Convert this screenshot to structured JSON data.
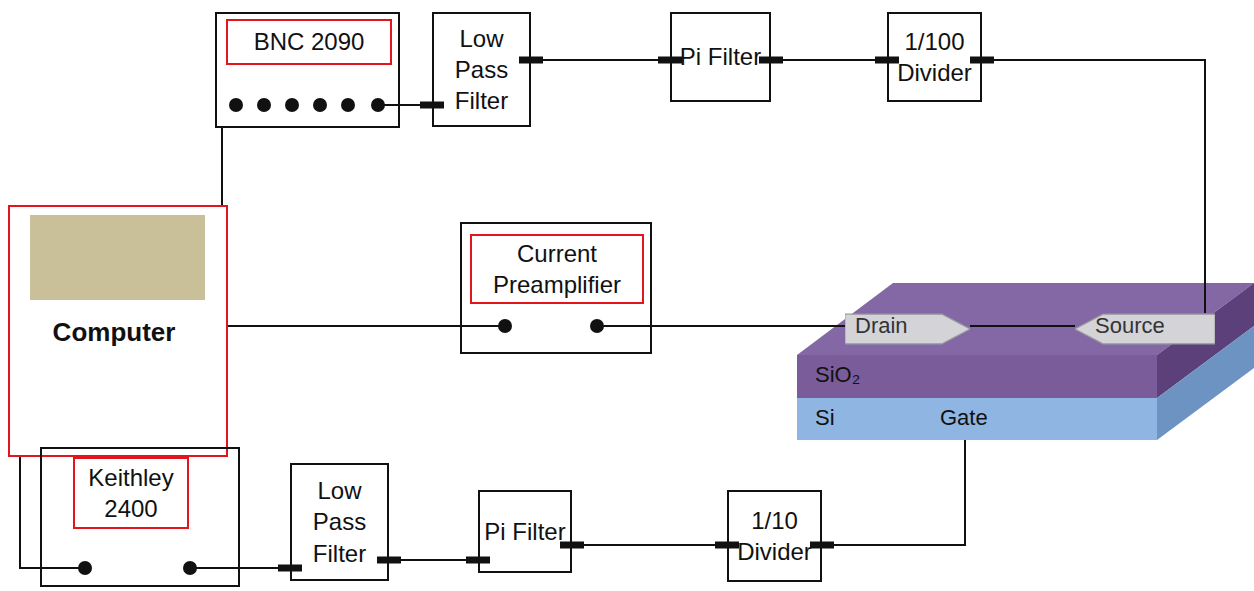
{
  "diagram": {
    "nodes": [
      {
        "text": [
          "BNC 2090"
        ]
      },
      {
        "text": [
          "Low Pass Filter"
        ]
      },
      {
        "text": [
          "Pi Filter"
        ]
      },
      {
        "text": [
          "1/100 Divider"
        ]
      },
      {
        "text": [
          "Computer"
        ]
      },
      {
        "text": [
          "Current Preamplifier"
        ]
      },
      {
        "text": [
          "Drain"
        ]
      },
      {
        "text": [
          "Source"
        ]
      },
      {
        "text": [
          "SiO₂"
        ]
      },
      {
        "text": [
          "Si",
          "Gate"
        ]
      },
      {
        "text": [
          "Keithley 2400"
        ]
      },
      {
        "text": [
          "Low Pass Filter"
        ]
      },
      {
        "text": [
          "Pi Filter"
        ]
      },
      {
        "text": [
          "1/10 Divider"
        ]
      }
    ],
    "edges": [
      {
        "from": 4,
        "to": 0,
        "arrow": "none"
      },
      {
        "from": 0,
        "to": 1,
        "arrow": "none"
      },
      {
        "from": 1,
        "to": 2,
        "arrow": "none"
      },
      {
        "from": 2,
        "to": 3,
        "arrow": "none"
      },
      {
        "from": 3,
        "to": 7,
        "arrow": "none"
      },
      {
        "from": 4,
        "to": 5,
        "arrow": "none"
      },
      {
        "from": 5,
        "to": 6,
        "arrow": "none"
      },
      {
        "from": 6,
        "to": 7,
        "arrow": "none"
      },
      {
        "from": 4,
        "to": 10,
        "arrow": "none"
      },
      {
        "from": 10,
        "to": 11,
        "arrow": "none"
      },
      {
        "from": 11,
        "to": 12,
        "arrow": "none"
      },
      {
        "from": 12,
        "to": 13,
        "arrow": "none"
      },
      {
        "from": 13,
        "to": 9,
        "arrow": "none"
      }
    ]
  }
}
